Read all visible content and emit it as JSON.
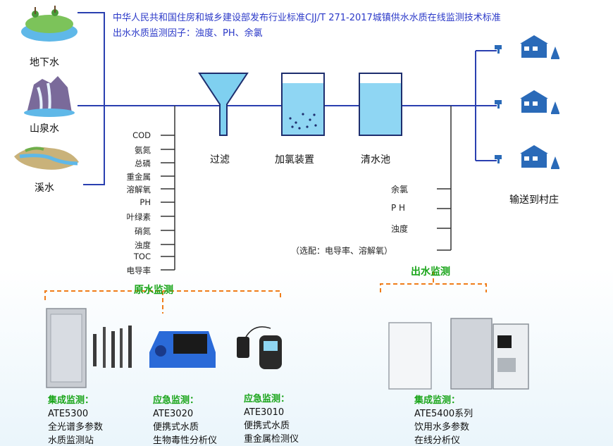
{
  "header": {
    "line1": "中华人民共和国住房和城乡建设部发布行业标准CJJ/T 271-2017城镇供水水质在线监测技术标准",
    "line2": "出水水质监测因子：浊度、PH、余氯"
  },
  "sources": [
    "地下水",
    "山泉水",
    "溪水"
  ],
  "process": [
    "过滤",
    "加氯装置",
    "清水池"
  ],
  "delivery_label": "输送到村庄",
  "raw_parameters": [
    "COD",
    "氨氮",
    "总磷",
    "重金属",
    "溶解氧",
    "PH",
    "叶绿素",
    "硝氮",
    "浊度",
    "TOC",
    "电导率"
  ],
  "out_parameters": [
    "余氯",
    "P H",
    "浊度",
    "（选配：电导率、溶解氧）"
  ],
  "sections": {
    "raw": "原水监测",
    "out": "出水监测"
  },
  "instruments": [
    {
      "kind": "集成监测：",
      "model": "ATE5300",
      "line2": "全光谱多参数",
      "line3": "水质监测站"
    },
    {
      "kind": "应急监测：",
      "model": "ATE3020",
      "line2": "便携式水质",
      "line3": "生物毒性分析仪"
    },
    {
      "kind": "应急监测：",
      "model": "ATE3010",
      "line2": "便携式水质",
      "line3": "重金属检测仪"
    },
    {
      "kind": "集成监测：",
      "model": "ATE5400系列",
      "line2": "饮用水多参数",
      "line3": "在线分析仪"
    }
  ],
  "colors": {
    "pipe": "#2a3fb0",
    "accent_green": "#1aa51a",
    "bracket_orange": "#f07d1a",
    "header_blue": "#2b39c8"
  }
}
